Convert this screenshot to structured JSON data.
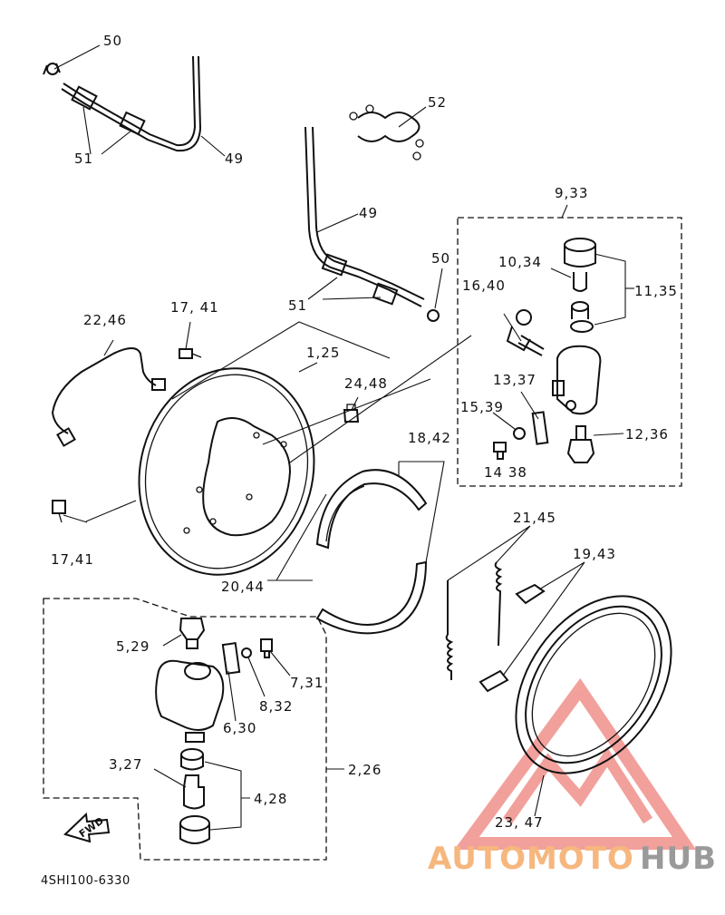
{
  "diagram": {
    "part_labels": {
      "p50_top": "50",
      "p51_top": "51",
      "p49_top": "49",
      "p52": "52",
      "p49_mid": "49",
      "p51_mid": "51",
      "p50_mid": "50",
      "p9_33": "9,33",
      "p10_34": "10,34",
      "p11_35": "11,35",
      "p16_40": "16,40",
      "p13_37": "13,37",
      "p15_39": "15,39",
      "p12_36": "12,36",
      "p14_38": "14 38",
      "p22_46": "22,46",
      "p17_41_top": "17, 41",
      "p1_25": "1,25",
      "p24_48": "24,48",
      "p18_42": "18,42",
      "p17_41_bot": "17,41",
      "p21_45": "21,45",
      "p19_43": "19,43",
      "p20_44": "20,44",
      "p5_29": "5,29",
      "p7_31": "7,31",
      "p8_32": "8,32",
      "p6_30": "6,30",
      "p2_26": "2,26",
      "p3_27": "3,27",
      "p4_28": "4,28",
      "p23_47": "23, 47"
    },
    "fwd_label": "FWD",
    "diagram_code": "4SHI100-6330"
  },
  "watermark": {
    "text_part1": "AUTOMOTO",
    "text_part2": "HUB",
    "color_orange": "#f6b77e",
    "color_gray": "#9a9a9a",
    "color_red": "#e9534a"
  }
}
